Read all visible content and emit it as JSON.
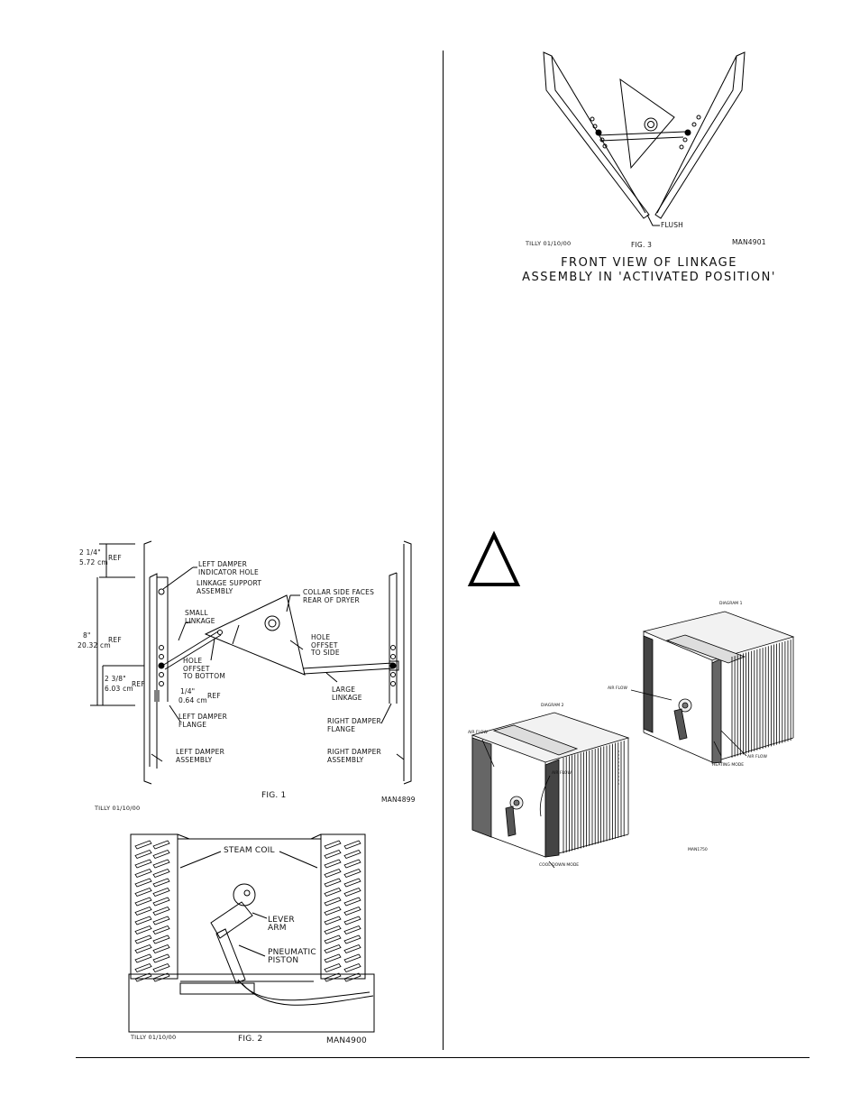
{
  "fig1": {
    "dims": {
      "d1_in": "2 1/4\"",
      "d1_cm": "5.72 cm",
      "d1_ref": "REF",
      "d2_in": "8\"",
      "d2_cm": "20.32 cm",
      "d2_ref": "REF",
      "d3_in": "2 3/8\"",
      "d3_cm": "6.03 cm",
      "d3_ref": "REF",
      "d4_in": "1/4\"",
      "d4_cm": "0.64 cm",
      "d4_ref": "REF"
    },
    "labels": {
      "left_indicator_hole": "LEFT DAMPER\nINDICATOR HOLE",
      "linkage_support": "LINKAGE SUPPORT\nASSEMBLY",
      "collar_side": "COLLAR SIDE FACES\nREAR OF DRYER",
      "small_linkage": "SMALL\nLINKAGE",
      "hole_offset_side": "HOLE\nOFFSET\nTO SIDE",
      "hole_offset_bottom": "HOLE\nOFFSET\nTO BOTTOM",
      "large_linkage": "LARGE\nLINKAGE",
      "left_damper_flange": "LEFT DAMPER\nFLANGE",
      "right_damper_flange": "RIGHT DAMPER\nFLANGE",
      "left_damper_assembly": "LEFT DAMPER\nASSEMBLY",
      "right_damper_assembly": "RIGHT DAMPER\nASSEMBLY"
    },
    "fig_label": "FIG. 1",
    "drawing_no": "MAN4899",
    "author_date": "TILLY 01/10/00"
  },
  "fig2": {
    "steam_coil": "STEAM COIL",
    "lever_arm": "LEVER\nARM",
    "pneumatic_piston": "PNEUMATIC\nPISTON",
    "fig_label": "FIG. 2",
    "drawing_no": "MAN4900",
    "author_date": "TILLY 01/10/00"
  },
  "fig3": {
    "flush": "FLUSH",
    "fig_label": "FIG. 3",
    "drawing_no": "MAN4901",
    "author_date": "TILLY 01/10/00",
    "caption_line1": "FRONT VIEW OF LINKAGE",
    "caption_line2": "ASSEMBLY IN 'ACTIVATED POSITION'"
  },
  "warning_symbol": "!",
  "diagrams": {
    "diagram1": "DIAGRAM 1",
    "diagram2": "DIAGRAM 2",
    "air_flow": "AIR FLOW",
    "heating_mode": "HEATING MODE",
    "cool_down_mode": "COOL DOWN MODE",
    "drawing_no": "MAN1750"
  }
}
